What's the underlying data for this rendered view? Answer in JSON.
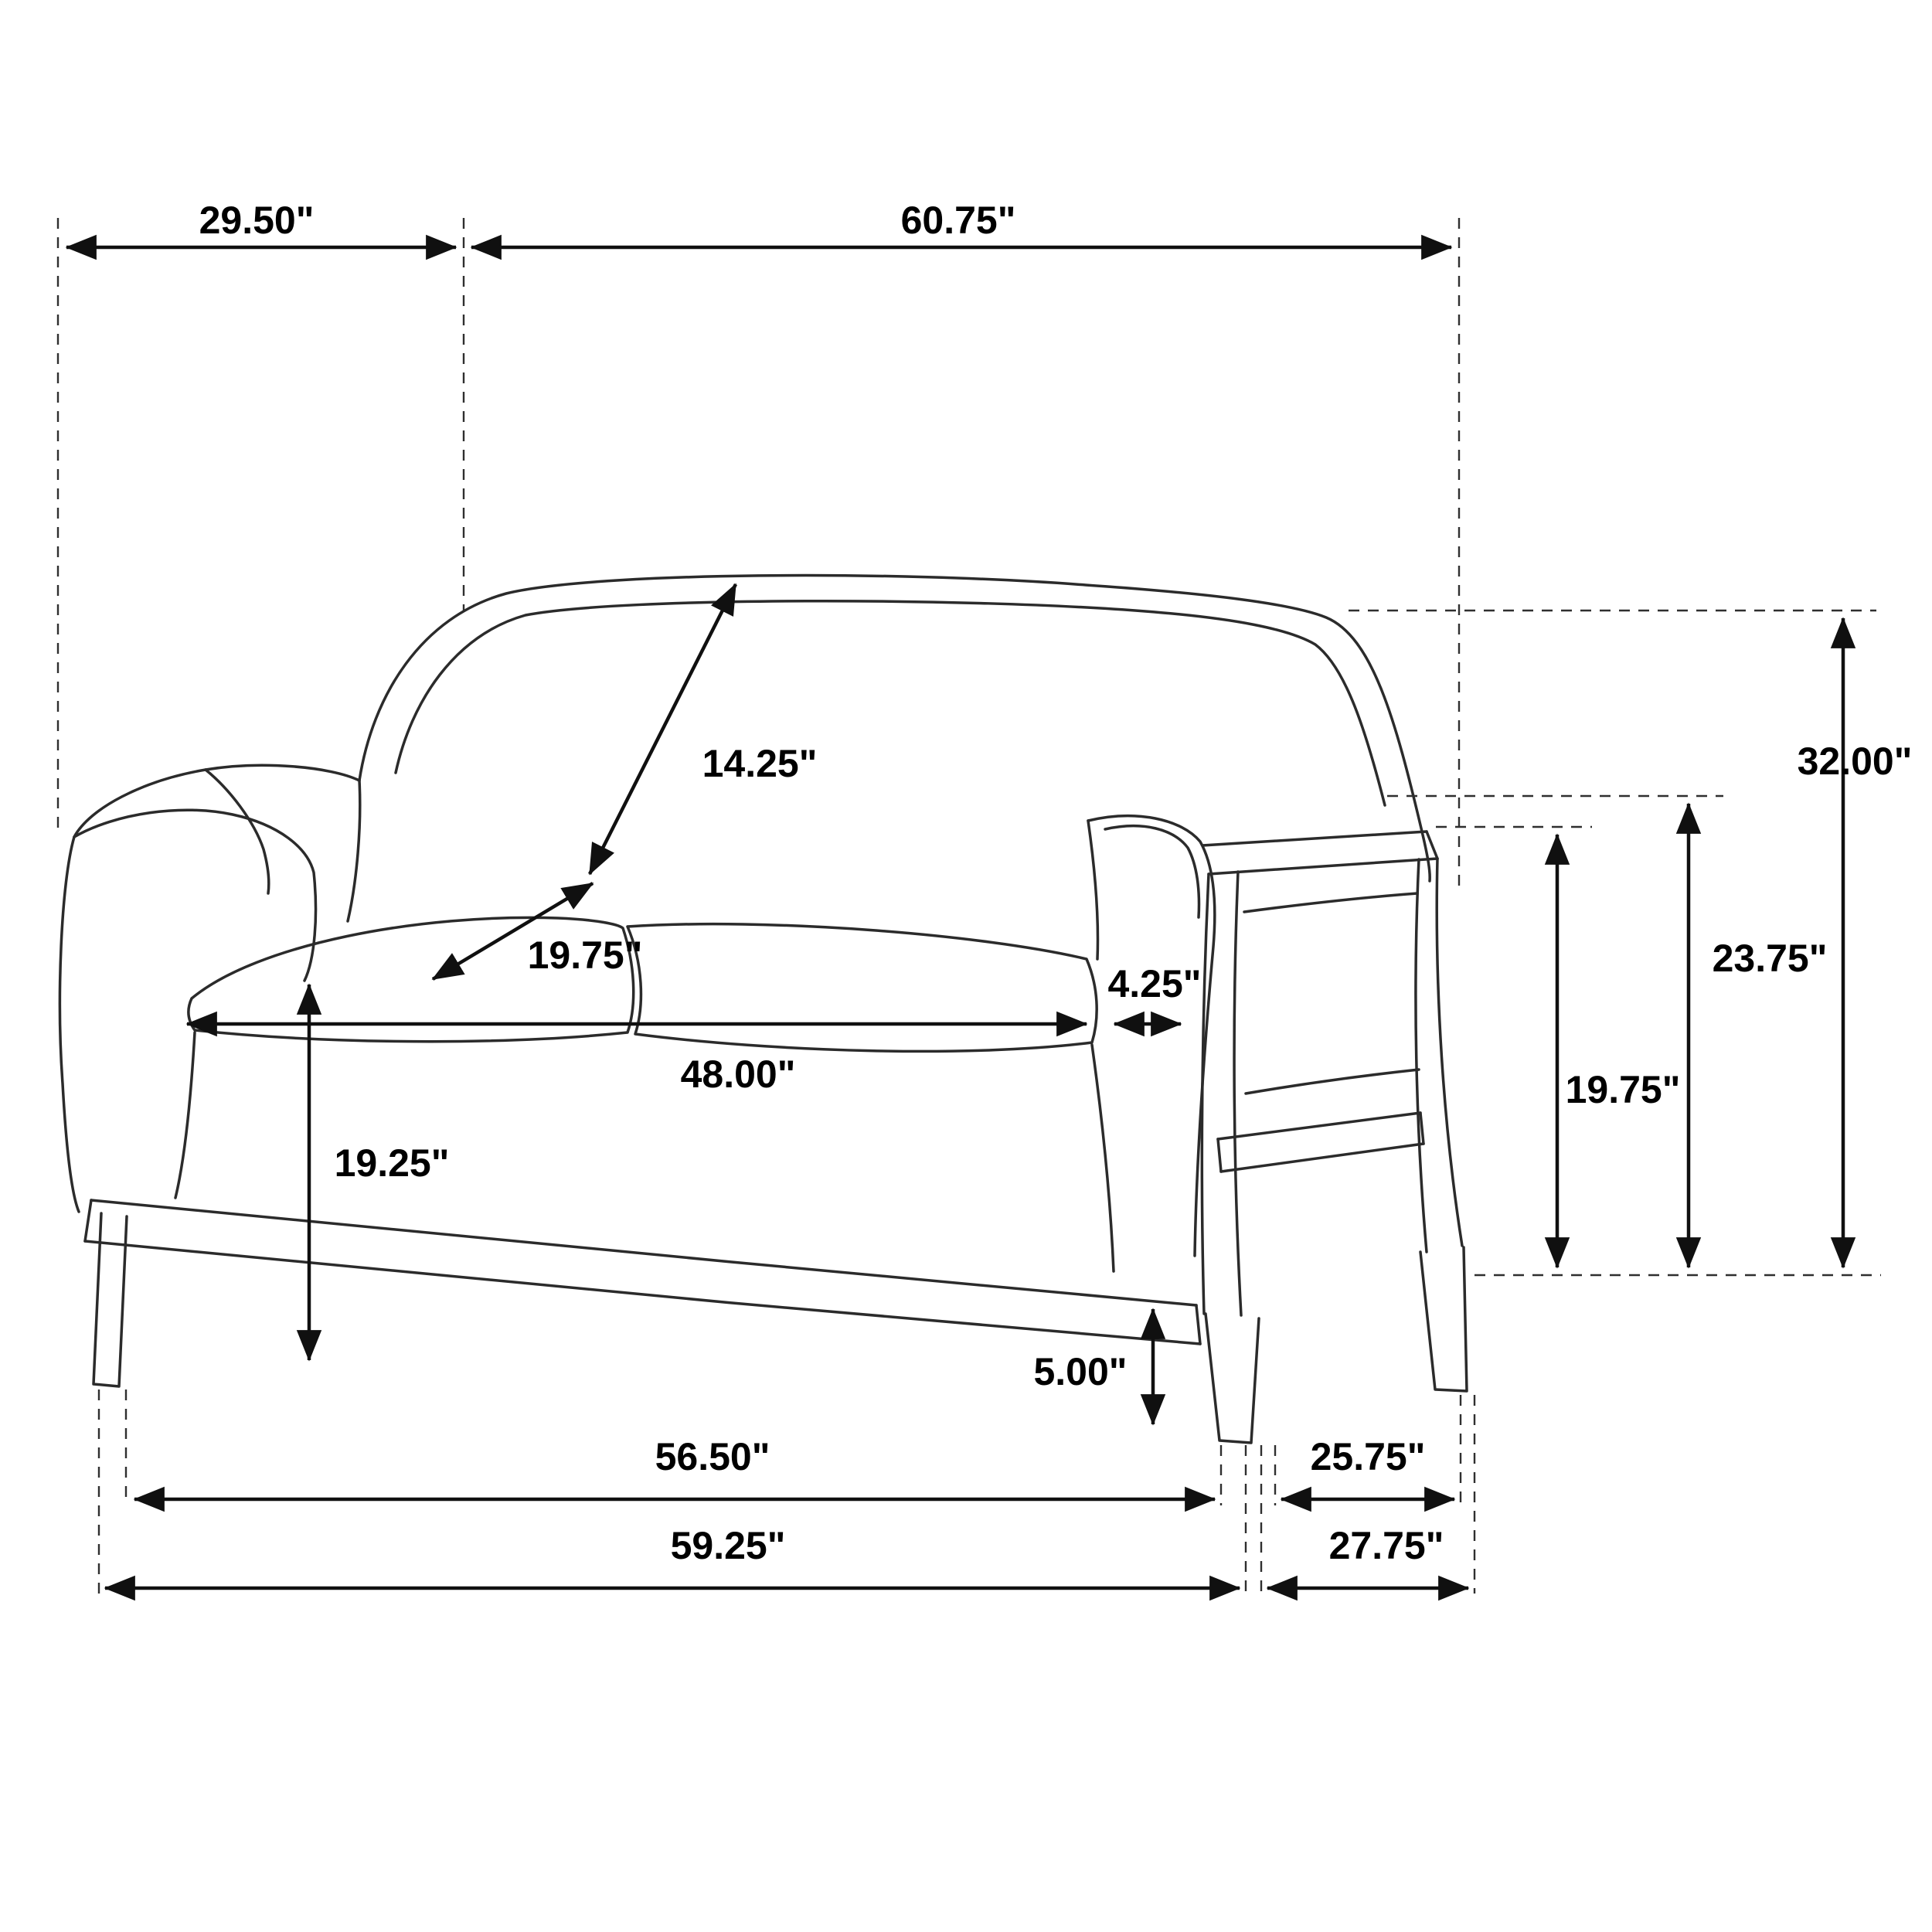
{
  "style": {
    "background": "#ffffff",
    "line_color": "#2b2b2b",
    "dimension_color": "#101010",
    "text_color": "#000000"
  },
  "diagram": {
    "subject": "loveseat dimension line drawing",
    "unit": "inches"
  },
  "dimensions": {
    "top": {
      "side_width": "29.50\"",
      "back_width": "60.75\""
    },
    "middle": {
      "back_diagonal": "14.25\"",
      "seat_depth": "19.75\"",
      "seat_width": "48.00\"",
      "arm_thickness": "4.25\"",
      "seat_height": "19.25\"",
      "rail_height": "5.00\""
    },
    "right": {
      "overall_height": "32.00\"",
      "arm_height": "23.75\"",
      "frame_height": "19.75\""
    },
    "bottom": {
      "leg_span_inner": "56.50\"",
      "depth_span_inner": "25.75\"",
      "leg_span_outer": "59.25\"",
      "depth_span_outer": "27.75\""
    }
  }
}
